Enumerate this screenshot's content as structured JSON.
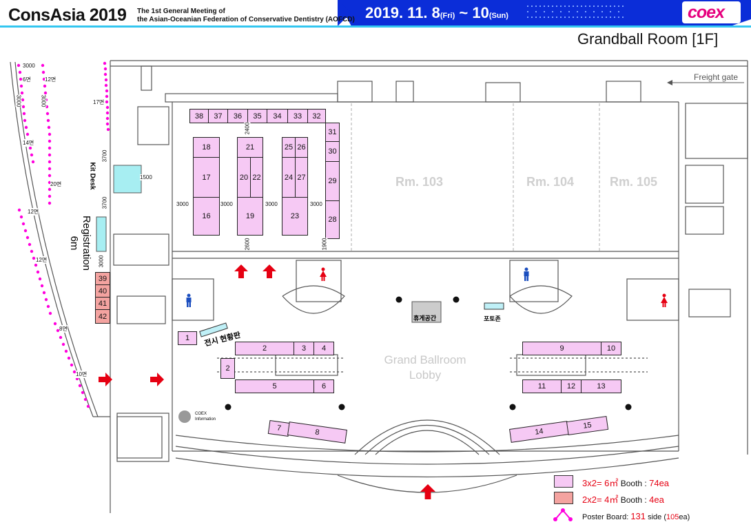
{
  "header": {
    "title": "ConsAsia 2019",
    "subtitle_line1": "The 1st General Meeting of",
    "subtitle_line2": "the Asian-Oceanian Federation of Conservative Dentistry (AOFCD)",
    "date_main1": "2019. 11. 8",
    "date_day1": "(Fri)",
    "date_sep": " ~ 10",
    "date_day2": "(Sun)",
    "brand": "coex",
    "room_title": "Grandball Room [1F]"
  },
  "rooms": [
    "Rm. 103",
    "Rm. 104",
    "Rm. 105"
  ],
  "labels": {
    "freight_gate": "Freight gate",
    "kit_desk": "Kit Desk",
    "registration": "Registration",
    "registration_size": "6m",
    "rest_area": "휴게공간",
    "photo_zone": "포토존",
    "status_board": "전시 현황판",
    "lobby_line1": "Grand Ballroom",
    "lobby_line2": "Lobby",
    "coex_info_line1": "COEX",
    "coex_info_line2": "Information"
  },
  "booths": {
    "top_row": [
      "38",
      "37",
      "36",
      "35",
      "34",
      "33",
      "32"
    ],
    "right_col": [
      "31",
      "30",
      "29",
      "28"
    ],
    "block_a": [
      "18",
      "17",
      "16"
    ],
    "block_b": [
      "21",
      "20",
      "22",
      "19"
    ],
    "block_c": [
      "25",
      "26",
      "24",
      "27",
      "23"
    ],
    "registration": [
      "39",
      "40",
      "41",
      "42"
    ],
    "lobby_left": [
      "1",
      "2",
      "3",
      "4",
      "2",
      "5",
      "6"
    ],
    "lobby_right": [
      "9",
      "10",
      "11",
      "12",
      "13"
    ],
    "bottom": [
      "7",
      "8",
      "14",
      "15"
    ]
  },
  "dimensions": {
    "d3000": "3000",
    "d2400": "2400",
    "d2600": "2600",
    "d1900": "1900",
    "d3700": "3700",
    "d1500": "1500",
    "poster_labels": [
      "3000",
      "6면",
      "12면",
      "3000",
      "3000",
      "14면",
      "20면",
      "17면",
      "12면",
      "12면",
      "8면",
      "10면"
    ]
  },
  "legend": {
    "item1_formula": "3x2= 6㎡",
    "item1_label": " Booth : ",
    "item1_count": "74ea",
    "item2_formula": "2x2= 4㎡",
    "item2_label": " Booth : ",
    "item2_count": "4ea",
    "item3_label": "Poster Board: ",
    "item3_count": "131",
    "item3_side": " side (",
    "item3_ea": "105",
    "item3_end": "ea)"
  },
  "colors": {
    "header_blue": "#0b2dd8",
    "booth_pink": "#f6c9f4",
    "booth_red": "#f4a3a0",
    "poster_magenta": "#ff00dd",
    "arrow_red": "#e60012",
    "brand_pink": "#e6007e"
  },
  "icons": [
    "red-arrow-icon",
    "male-restroom-icon",
    "female-restroom-icon",
    "elevator-icon",
    "escalator-icon",
    "stairs-icon"
  ]
}
